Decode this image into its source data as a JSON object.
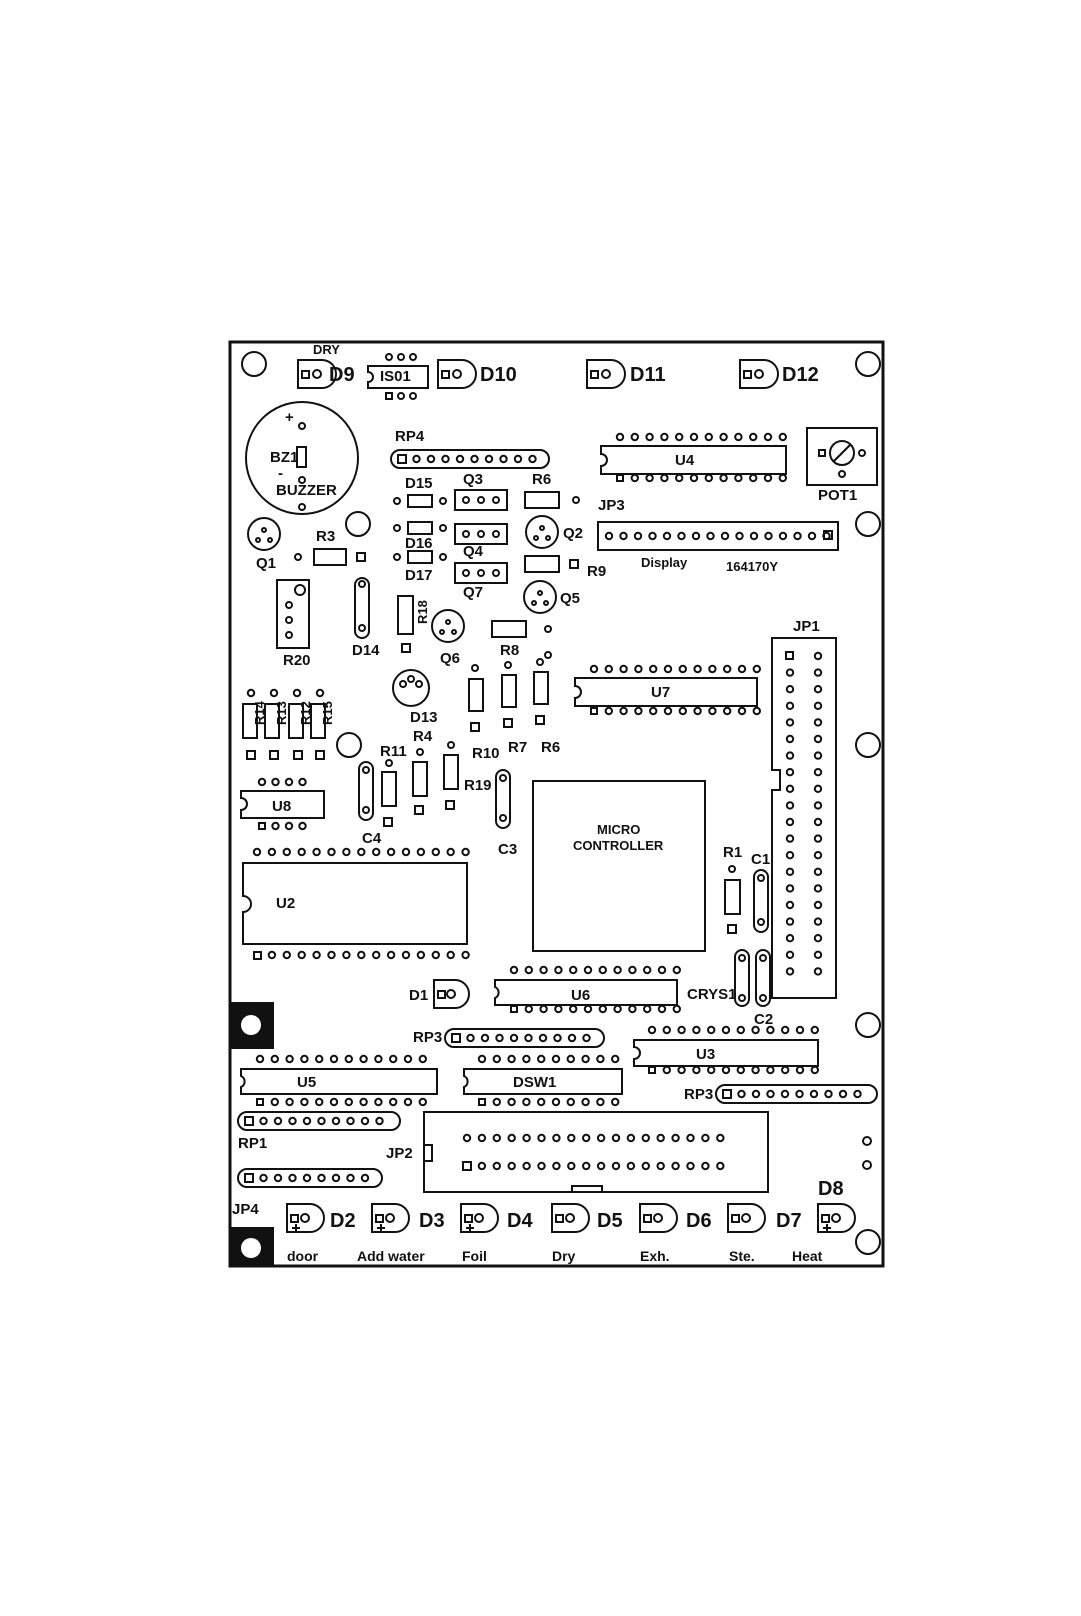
{
  "board": {
    "ic_labels": {
      "u4": "U4",
      "u7": "U7",
      "u8": "U8",
      "u2": "U2",
      "u6": "U6",
      "u3": "U3",
      "u5": "U5",
      "dsw1": "DSW1",
      "iso1": "IS01",
      "mcu_line1": "MICRO",
      "mcu_line2": "CONTROLLER"
    },
    "buzzer": {
      "ref": "BZ1",
      "name": "BUZZER",
      "plus": "+",
      "minus": "-"
    },
    "pot": {
      "ref": "POT1"
    },
    "connectors": {
      "jp1": "JP1",
      "jp2": "JP2",
      "jp3": "JP3",
      "jp4": "JP4",
      "display_left": "Display",
      "display_right": "164170Y"
    },
    "resistor_packs": {
      "rp4": "RP4",
      "rp3_a": "RP3",
      "rp3_b": "RP3",
      "rp1": "RP1"
    },
    "transistors": {
      "q1": "Q1",
      "q2": "Q2",
      "q3": "Q3",
      "q4": "Q4",
      "q5": "Q5",
      "q6": "Q6",
      "q7": "Q7"
    },
    "resistors": {
      "r1": "R1",
      "r3": "R3",
      "r4": "R4",
      "r6_top": "R6",
      "r6_mid": "R6",
      "r7": "R7",
      "r8": "R8",
      "r9": "R9",
      "r10": "R10",
      "r11": "R11",
      "r12": "R12",
      "r14": "R14",
      "r15": "R15",
      "r13": "R13",
      "r18": "R18",
      "r19": "R19",
      "r20": "R20"
    },
    "capacitors": {
      "c1": "C1",
      "c2": "C2",
      "c3": "C3",
      "c4": "C4"
    },
    "diodes": {
      "d1": "D1",
      "d13": "D13",
      "d14": "D14",
      "d15": "D15",
      "d16": "D16",
      "d17": "D17"
    },
    "crystal": "CRYS1",
    "top_leds": [
      {
        "ref": "D9",
        "caption": "DRY"
      },
      {
        "ref": "D10",
        "caption": ""
      },
      {
        "ref": "D11",
        "caption": ""
      },
      {
        "ref": "D12",
        "caption": ""
      }
    ],
    "bottom_leds": [
      {
        "ref": "D2",
        "caption": "door"
      },
      {
        "ref": "D3",
        "caption": "Add water"
      },
      {
        "ref": "D4",
        "caption": "Foil"
      },
      {
        "ref": "D5",
        "caption": "Dry"
      },
      {
        "ref": "D6",
        "caption": "Exh."
      },
      {
        "ref": "D7",
        "caption": "Ste."
      },
      {
        "ref": "D8",
        "caption": "Heat"
      }
    ]
  }
}
